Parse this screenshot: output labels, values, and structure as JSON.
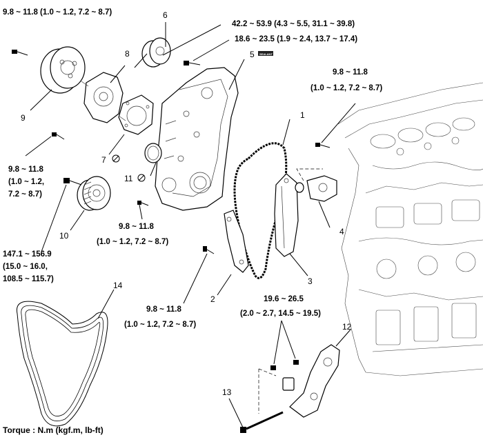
{
  "torques": {
    "t1": [
      "9.8 ~ 11.8 (1.0 ~ 1.2, 7.2 ~ 8.7)"
    ],
    "t2": [
      "42.2 ~ 53.9 (4.3 ~ 5.5, 31.1 ~ 39.8)"
    ],
    "t3": [
      "18.6 ~ 23.5 (1.9 ~ 2.4, 13.7 ~ 17.4)"
    ],
    "t4": [
      "9.8 ~ 11.8",
      "(1.0 ~ 1.2, 7.2 ~ 8.7)"
    ],
    "t5": [
      "9.8 ~ 11.8",
      "(1.0 ~ 1.2,",
      "7.2 ~ 8.7)"
    ],
    "t6": [
      "9.8 ~ 11.8",
      "(1.0 ~ 1.2, 7.2 ~ 8.7)"
    ],
    "t7": [
      "147.1 ~ 156.9",
      "(15.0 ~ 16.0,",
      "108.5 ~ 115.7)"
    ],
    "t8": [
      "9.8 ~ 11.8",
      "(1.0 ~ 1.2, 7.2 ~ 8.7)"
    ],
    "t9": [
      "19.6 ~ 26.5",
      "(2.0 ~ 2.7, 14.5 ~ 19.5)"
    ]
  },
  "parts": [
    "1",
    "2",
    "3",
    "4",
    "5",
    "6",
    "7",
    "8",
    "9",
    "10",
    "11",
    "12",
    "13",
    "14"
  ],
  "footer": "Torque : N.m (kgf.m, lb-ft)",
  "sealant_tag": "SEALANT"
}
